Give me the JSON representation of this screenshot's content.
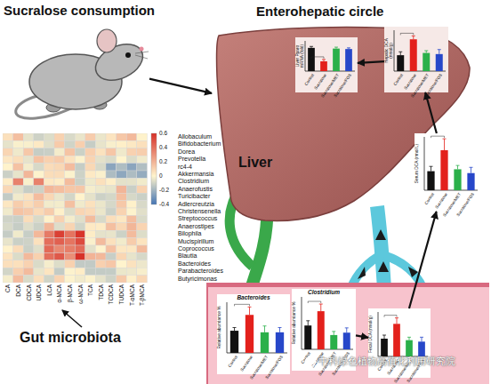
{
  "diagram": {
    "nodes": [
      {
        "text": [
          "Sucralose consumption"
        ]
      },
      {
        "text": [
          "Liver"
        ]
      },
      {
        "text": [
          "Liver Pparα mRNA (fold)",
          "Control",
          "Sucralose",
          "Sucralose/MET",
          "Sucralose/FOS"
        ],
        "in": 1
      },
      {
        "text": [
          "Hepatic DCA (nmol/g)",
          "Control",
          "Sucralose",
          "Sucralose/MET",
          "Sucralose/FOS"
        ],
        "in": 1
      },
      {
        "text": [
          "Serum DCA (nmol/L)",
          "Control",
          "Sucralose",
          "Sucralose/MET",
          "Sucralose/FOS"
        ]
      },
      {
        "text": [
          "Gut microbiota"
        ]
      },
      {
        "text": [
          "Bacteroides",
          "Relative abundance %",
          "Control",
          "Sucralose",
          "Sucralose/MET",
          "Sucralose/FOS"
        ],
        "in": 5
      },
      {
        "text": [
          "Clostridium",
          "Relative abundance %",
          "Control",
          "Sucralose",
          "Sucralose/MET",
          "Sucralose/FOS"
        ],
        "in": 5
      },
      {
        "text": [
          "Fecal DCA (nmol/g)",
          "Control",
          "Sucralose",
          "Sucralose/MET",
          "Sucralose/FOS"
        ],
        "in": 5
      }
    ],
    "edges": [
      {
        "from": 0,
        "to": 1,
        "arrow": "to"
      },
      {
        "from": 3,
        "to": 2,
        "arrow": "to"
      },
      {
        "from": 7,
        "to": 8,
        "arrow": "to"
      },
      {
        "from": 8,
        "to": 4,
        "arrow": "to"
      },
      {
        "from": 4,
        "to": 3,
        "arrow": "to"
      }
    ],
    "labels": [
      "Enterohepatic circle",
      "Allobaculum",
      "Bifidobacterium",
      "Dorea",
      "Prevotella",
      "rc4-4",
      "Akkermansia",
      "Clostridium",
      "Anaerofustis",
      "Turicibacter",
      "Adlercreutzia",
      "Christensenella",
      "Streptococcus",
      "Anaerostipes",
      "Bilophila",
      "Mucispirillum",
      "Coprococcus",
      "Blautia",
      "Bacteroides",
      "Parabacteroides",
      "Butyricimonas",
      "CA",
      "DCA",
      "CDCA",
      "UDCA",
      "LCA",
      "α-MCA",
      "β-MCA",
      "ω-MCA",
      "TCA",
      "TDCA",
      "TCDCA",
      "TUDCA",
      "T-αMCA",
      "T-βMCA",
      "0.6",
      "0.4",
      "0.2",
      "0",
      "-0.2",
      "-0.4",
      "中科绿色植物高值化利用研究院"
    ]
  }
}
